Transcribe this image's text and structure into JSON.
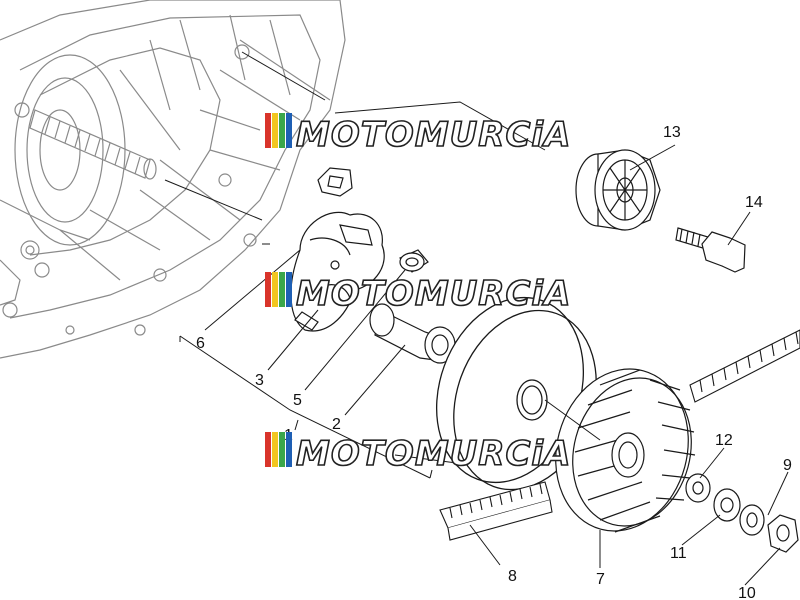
{
  "diagram": {
    "part_numbers": [
      "1",
      "2",
      "3",
      "5",
      "6",
      "7",
      "8",
      "9",
      "10",
      "11",
      "12",
      "13",
      "14"
    ]
  },
  "watermark": {
    "text": "MOTOMURCiA",
    "count": 3,
    "colors": [
      "#d9342b",
      "#f2c61f",
      "#3aa64a",
      "#1e5fb4"
    ]
  },
  "colors": {
    "line": "#1a1a1a",
    "engine_line": "#8a8a8a",
    "watermark_fill": "#ffffff",
    "watermark_stroke": "#222222"
  }
}
